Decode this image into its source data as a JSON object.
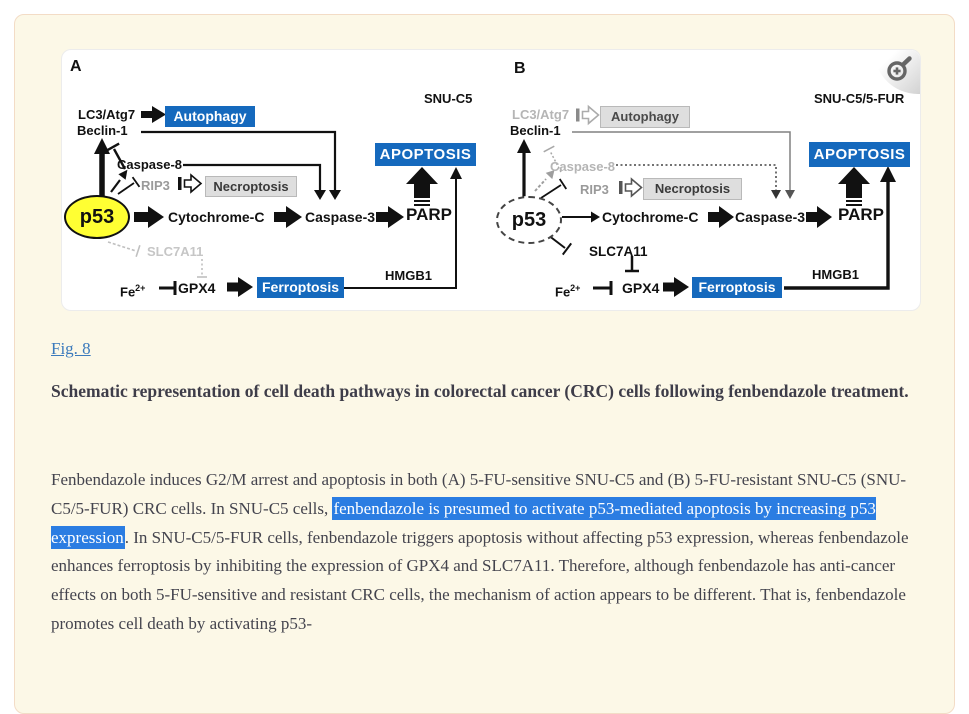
{
  "icons": {
    "zoom": "magnifier-plus"
  },
  "colors": {
    "card_bg": "#fcf8e7",
    "card_border": "#f3dcc6",
    "pathway_blue": "#1569bd",
    "highlight_blue": "#2b7de2",
    "link_blue": "#3b7abc",
    "p53_yellow": "#ffff33"
  },
  "figure": {
    "panel_a": {
      "label": "A",
      "cell_line": "SNU-C5",
      "lc3": "LC3/Atg7",
      "autophagy": "Autophagy",
      "beclin": "Beclin-1",
      "caspase8": "Caspase-8",
      "rip3": "RIP3",
      "necroptosis": "Necroptosis",
      "p53": "p53",
      "cytochrome": "Cytochrome-C",
      "caspase3": "Caspase-3",
      "parp": "PARP",
      "apoptosis": "APOPTOSIS",
      "slc7a11": "SLC7A11",
      "fe": "Fe",
      "fe_sup": "2+",
      "gpx4": "GPX4",
      "ferroptosis": "Ferroptosis",
      "hmgb1": "HMGB1"
    },
    "panel_b": {
      "label": "B",
      "cell_line": "SNU-C5/5-FUR",
      "lc3": "LC3/Atg7",
      "autophagy": "Autophagy",
      "beclin": "Beclin-1",
      "caspase8": "Caspase-8",
      "rip3": "RIP3",
      "necroptosis": "Necroptosis",
      "p53": "p53",
      "cytochrome": "Cytochrome-C",
      "caspase3": "Caspase-3",
      "parp": "PARP",
      "apoptosis": "APOPTOSIS",
      "slc7a11": "SLC7A11",
      "fe": "Fe",
      "fe_sup": "2+",
      "gpx4": "GPX4",
      "ferroptosis": "Ferroptosis",
      "hmgb1": "HMGB1"
    }
  },
  "caption": {
    "link": "Fig. 8",
    "title": "Schematic representation of cell death pathways in colorectal cancer (CRC) cells following fenbendazole treatment.",
    "para_before": "Fenbendazole induces G2/M arrest and apoptosis in both (A) 5-FU-sensitive SNU-C5 and (B) 5-FU-resistant SNU-C5 (SNU-C5/5-FUR) CRC cells. In SNU-C5 cells, ",
    "para_highlight": "fenbendazole is presumed to activate p53-mediated apoptosis by increasing p53 expression",
    "para_after": ". In SNU-C5/5-FUR cells, fenbendazole triggers apoptosis without affecting p53 expression, whereas fenbendazole enhances ferroptosis by inhibiting the expression of GPX4 and SLC7A11. Therefore, although fenbendazole has anti-cancer effects on both 5-FU-sensitive and resistant CRC cells, the mechanism of action appears to be different. That is, fenbendazole promotes cell death by activating p53-"
  }
}
